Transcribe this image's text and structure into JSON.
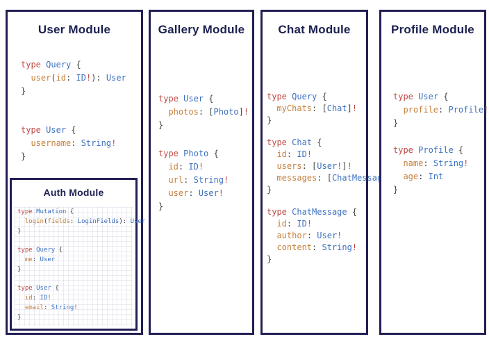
{
  "canvas": {
    "background": "#ffffff"
  },
  "colors": {
    "background": "#ffffff",
    "border": "#221f55",
    "title": "#1b2050",
    "keyword": "#c14a45",
    "type_name": "#3d72c0",
    "field": "#c5803b",
    "punct": "#454545",
    "bang": "#c14a45"
  },
  "modules": [
    {
      "title": "User Module",
      "code_blocks": [
        {
          "lines": [
            [
              [
                "kw",
                "type"
              ],
              [
                "pl",
                " "
              ],
              [
                "ty",
                "Query"
              ],
              [
                "pu",
                " {"
              ]
            ],
            [
              [
                "pl",
                "  "
              ],
              [
                "fi",
                "user"
              ],
              [
                "pu",
                "("
              ],
              [
                "fi",
                "id"
              ],
              [
                "pu",
                ": "
              ],
              [
                "ty",
                "ID"
              ],
              [
                "bg",
                "!"
              ],
              [
                "pu",
                "): "
              ],
              [
                "ty",
                "User"
              ]
            ],
            [
              [
                "pu",
                "}"
              ]
            ]
          ]
        },
        {
          "lines": [
            [
              [
                "kw",
                "type"
              ],
              [
                "pl",
                " "
              ],
              [
                "ty",
                "User"
              ],
              [
                "pu",
                " {"
              ]
            ],
            [
              [
                "pl",
                "  "
              ],
              [
                "fi",
                "username"
              ],
              [
                "pu",
                ": "
              ],
              [
                "ty",
                "String"
              ],
              [
                "bg",
                "!"
              ]
            ],
            [
              [
                "pu",
                "}"
              ]
            ]
          ]
        }
      ],
      "submodule": {
        "title": "Auth Module",
        "code_blocks": [
          {
            "lines": [
              [
                [
                  "kw",
                  "type"
                ],
                [
                  "pl",
                  " "
                ],
                [
                  "ty",
                  "Mutation"
                ],
                [
                  "pu",
                  " {"
                ]
              ],
              [
                [
                  "pl",
                  "  "
                ],
                [
                  "fi",
                  "login"
                ],
                [
                  "pu",
                  "("
                ],
                [
                  "fi",
                  "fields"
                ],
                [
                  "pu",
                  ": "
                ],
                [
                  "ty",
                  "LoginFields"
                ],
                [
                  "pu",
                  "): "
                ],
                [
                  "ty",
                  "User"
                ]
              ],
              [
                [
                  "pu",
                  "}"
                ]
              ]
            ]
          },
          {
            "lines": [
              [
                [
                  "kw",
                  "type"
                ],
                [
                  "pl",
                  " "
                ],
                [
                  "ty",
                  "Query"
                ],
                [
                  "pu",
                  " {"
                ]
              ],
              [
                [
                  "pl",
                  "  "
                ],
                [
                  "fi",
                  "me"
                ],
                [
                  "pu",
                  ": "
                ],
                [
                  "ty",
                  "User"
                ]
              ],
              [
                [
                  "pu",
                  "}"
                ]
              ]
            ]
          },
          {
            "lines": [
              [
                [
                  "kw",
                  "type"
                ],
                [
                  "pl",
                  " "
                ],
                [
                  "ty",
                  "User"
                ],
                [
                  "pu",
                  " {"
                ]
              ],
              [
                [
                  "pl",
                  "  "
                ],
                [
                  "fi",
                  "id"
                ],
                [
                  "pu",
                  ": "
                ],
                [
                  "ty",
                  "ID"
                ],
                [
                  "bg",
                  "!"
                ]
              ],
              [
                [
                  "pl",
                  "  "
                ],
                [
                  "fi",
                  "email"
                ],
                [
                  "pu",
                  ": "
                ],
                [
                  "ty",
                  "String"
                ],
                [
                  "bg",
                  "!"
                ]
              ],
              [
                [
                  "pu",
                  "}"
                ]
              ]
            ]
          }
        ]
      }
    },
    {
      "title": "Gallery Module",
      "code_blocks": [
        {
          "lines": [
            [
              [
                "kw",
                "type"
              ],
              [
                "pl",
                " "
              ],
              [
                "ty",
                "User"
              ],
              [
                "pu",
                " {"
              ]
            ],
            [
              [
                "pl",
                "  "
              ],
              [
                "fi",
                "photos"
              ],
              [
                "pu",
                ": ["
              ],
              [
                "ty",
                "Photo"
              ],
              [
                "pu",
                "]"
              ],
              [
                "bg",
                "!"
              ]
            ],
            [
              [
                "pu",
                "}"
              ]
            ]
          ]
        },
        {
          "lines": [
            [
              [
                "kw",
                "type"
              ],
              [
                "pl",
                " "
              ],
              [
                "ty",
                "Photo"
              ],
              [
                "pu",
                " {"
              ]
            ],
            [
              [
                "pl",
                "  "
              ],
              [
                "fi",
                "id"
              ],
              [
                "pu",
                ": "
              ],
              [
                "ty",
                "ID"
              ],
              [
                "bg",
                "!"
              ]
            ],
            [
              [
                "pl",
                "  "
              ],
              [
                "fi",
                "url"
              ],
              [
                "pu",
                ": "
              ],
              [
                "ty",
                "String"
              ],
              [
                "bg",
                "!"
              ]
            ],
            [
              [
                "pl",
                "  "
              ],
              [
                "fi",
                "user"
              ],
              [
                "pu",
                ": "
              ],
              [
                "ty",
                "User"
              ],
              [
                "bg",
                "!"
              ]
            ],
            [
              [
                "pu",
                "}"
              ]
            ]
          ]
        }
      ]
    },
    {
      "title": "Chat Module",
      "code_blocks": [
        {
          "lines": [
            [
              [
                "kw",
                "type"
              ],
              [
                "pl",
                " "
              ],
              [
                "ty",
                "Query"
              ],
              [
                "pu",
                " {"
              ]
            ],
            [
              [
                "pl",
                "  "
              ],
              [
                "fi",
                "myChats"
              ],
              [
                "pu",
                ": ["
              ],
              [
                "ty",
                "Chat"
              ],
              [
                "pu",
                "]"
              ],
              [
                "bg",
                "!"
              ]
            ],
            [
              [
                "pu",
                "}"
              ]
            ]
          ]
        },
        {
          "lines": [
            [
              [
                "kw",
                "type"
              ],
              [
                "pl",
                " "
              ],
              [
                "ty",
                "Chat"
              ],
              [
                "pu",
                " {"
              ]
            ],
            [
              [
                "pl",
                "  "
              ],
              [
                "fi",
                "id"
              ],
              [
                "pu",
                ": "
              ],
              [
                "ty",
                "ID"
              ],
              [
                "bg",
                "!"
              ]
            ],
            [
              [
                "pl",
                "  "
              ],
              [
                "fi",
                "users"
              ],
              [
                "pu",
                ": ["
              ],
              [
                "ty",
                "User"
              ],
              [
                "bg",
                "!"
              ],
              [
                "pu",
                "]"
              ],
              [
                "bg",
                "!"
              ]
            ],
            [
              [
                "pl",
                "  "
              ],
              [
                "fi",
                "messages"
              ],
              [
                "pu",
                ": ["
              ],
              [
                "ty",
                "ChatMessage"
              ],
              [
                "pu",
                "]"
              ],
              [
                "bg",
                "!"
              ]
            ],
            [
              [
                "pu",
                "}"
              ]
            ]
          ]
        },
        {
          "lines": [
            [
              [
                "kw",
                "type"
              ],
              [
                "pl",
                " "
              ],
              [
                "ty",
                "ChatMessage"
              ],
              [
                "pu",
                " {"
              ]
            ],
            [
              [
                "pl",
                "  "
              ],
              [
                "fi",
                "id"
              ],
              [
                "pu",
                ": "
              ],
              [
                "ty",
                "ID"
              ],
              [
                "bg",
                "!"
              ]
            ],
            [
              [
                "pl",
                "  "
              ],
              [
                "fi",
                "author"
              ],
              [
                "pu",
                ": "
              ],
              [
                "ty",
                "User"
              ],
              [
                "bg",
                "!"
              ]
            ],
            [
              [
                "pl",
                "  "
              ],
              [
                "fi",
                "content"
              ],
              [
                "pu",
                ": "
              ],
              [
                "ty",
                "String"
              ],
              [
                "bg",
                "!"
              ]
            ],
            [
              [
                "pu",
                "}"
              ]
            ]
          ]
        }
      ]
    },
    {
      "title": "Profile Module",
      "code_blocks": [
        {
          "lines": [
            [
              [
                "kw",
                "type"
              ],
              [
                "pl",
                " "
              ],
              [
                "ty",
                "User"
              ],
              [
                "pu",
                " {"
              ]
            ],
            [
              [
                "pl",
                "  "
              ],
              [
                "fi",
                "profile"
              ],
              [
                "pu",
                ": "
              ],
              [
                "ty",
                "Profile"
              ],
              [
                "bg",
                "!"
              ]
            ],
            [
              [
                "pu",
                "}"
              ]
            ]
          ]
        },
        {
          "lines": [
            [
              [
                "kw",
                "type"
              ],
              [
                "pl",
                " "
              ],
              [
                "ty",
                "Profile"
              ],
              [
                "pu",
                " {"
              ]
            ],
            [
              [
                "pl",
                "  "
              ],
              [
                "fi",
                "name"
              ],
              [
                "pu",
                ": "
              ],
              [
                "ty",
                "String"
              ],
              [
                "bg",
                "!"
              ]
            ],
            [
              [
                "pl",
                "  "
              ],
              [
                "fi",
                "age"
              ],
              [
                "pu",
                ": "
              ],
              [
                "ty",
                "Int"
              ]
            ],
            [
              [
                "pu",
                "}"
              ]
            ]
          ]
        }
      ]
    }
  ]
}
